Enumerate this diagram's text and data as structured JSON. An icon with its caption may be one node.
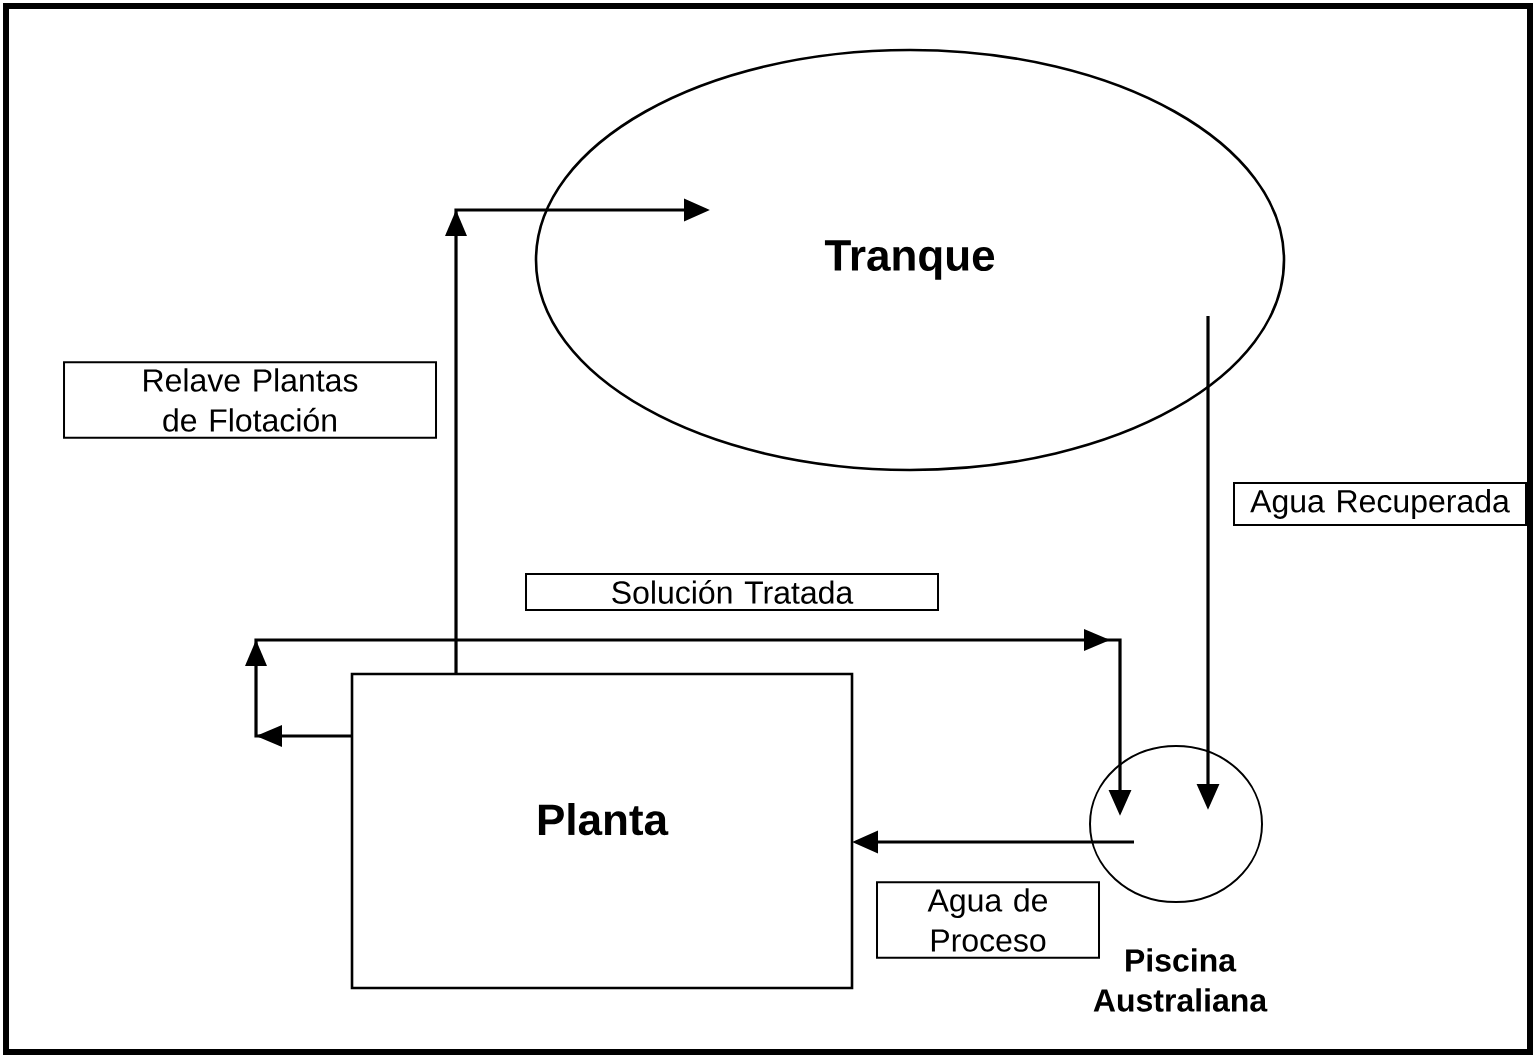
{
  "diagram": {
    "nodes": [
      {
        "text": [
          "Tranque"
        ]
      },
      {
        "text": [
          "Planta"
        ]
      },
      {
        "text": [
          "Piscina Australiana"
        ]
      }
    ],
    "edges": [
      {
        "from": 1,
        "to": 0,
        "arrow": "to",
        "label": "Relave Plantas de Flotación"
      },
      {
        "from": 0,
        "to": 2,
        "arrow": "to",
        "label": "Agua Recuperada"
      },
      {
        "from": 2,
        "to": 1,
        "arrow": "to",
        "label": "Agua de Proceso"
      },
      {
        "from": 1,
        "to": 2,
        "arrow": "to",
        "label": "Solución Tratada"
      }
    ]
  }
}
